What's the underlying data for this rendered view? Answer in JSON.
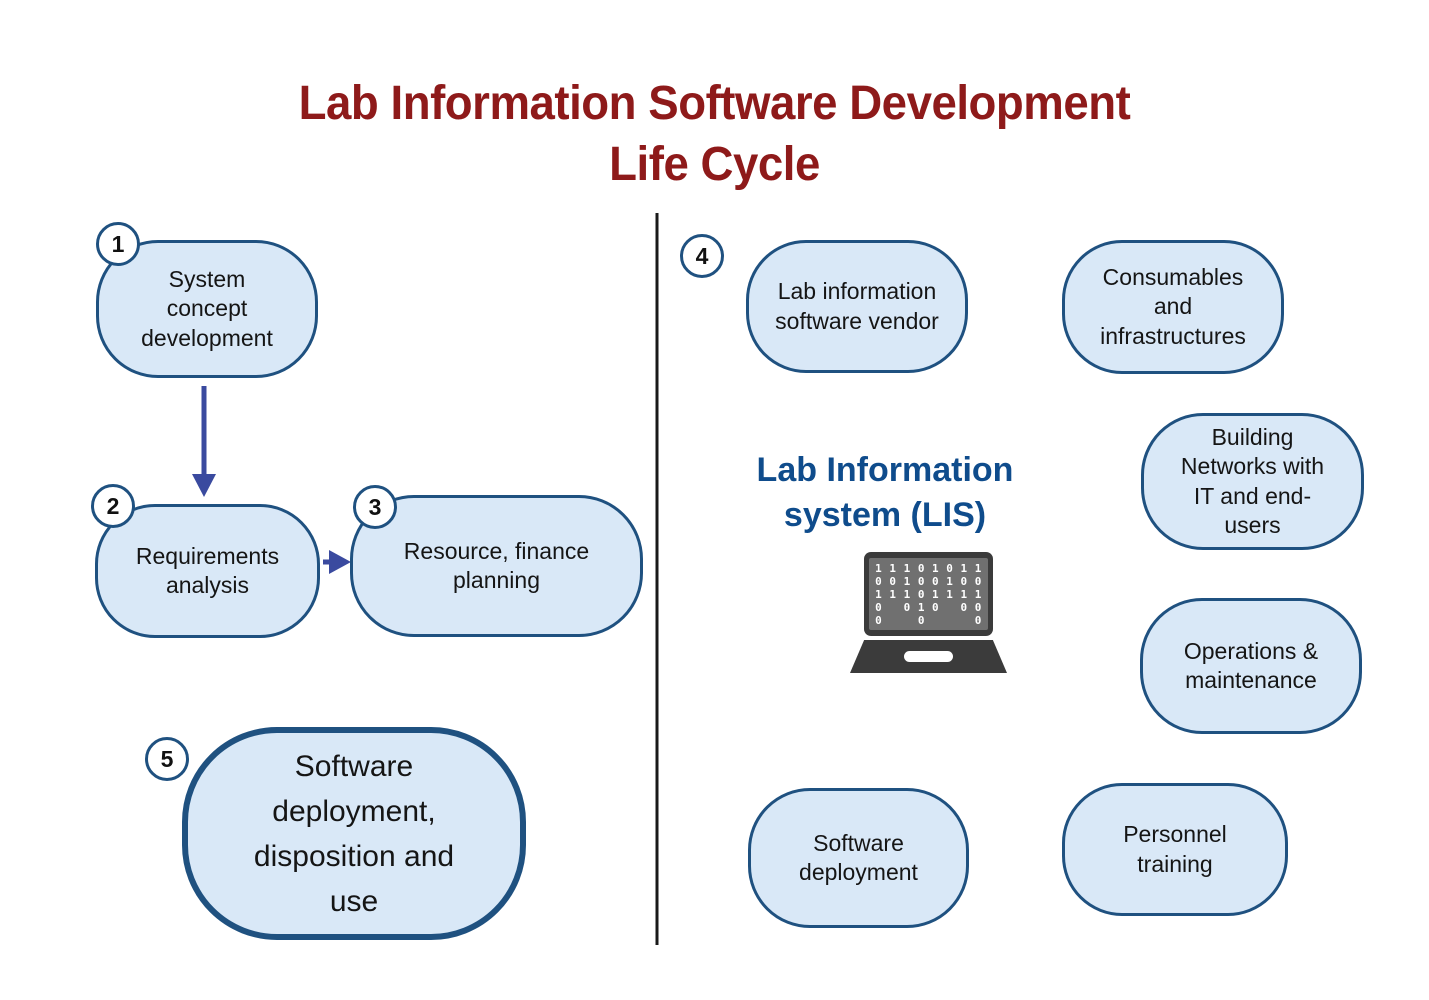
{
  "title": {
    "line1": "Lab Information Software Development",
    "line2": "Life Cycle"
  },
  "left_flow": {
    "steps": [
      {
        "number": "1",
        "label": "System concept development"
      },
      {
        "number": "2",
        "label": "Requirements analysis"
      },
      {
        "number": "3",
        "label": "Resource, finance planning"
      },
      {
        "number": "5",
        "label": "Software deployment, disposition and use"
      }
    ]
  },
  "right_panel": {
    "number": "4",
    "center_label": {
      "line1": "Lab Information",
      "line2": "system (LIS)"
    },
    "laptop": {
      "icon_name": "laptop-binary-code-icon",
      "binary_rows": [
        "1 1 1 0 1 0 1 1",
        "0 0 1 0 0 1 0 0",
        "1 1 1 0 1 1 1 1",
        "0   0 1 0   0 0",
        "0     0       0"
      ]
    },
    "satellites": [
      "Lab information software vendor",
      "Consumables and infrastructures",
      "Building Networks with IT and end-users",
      "Operations & maintenance",
      "Software deployment",
      "Personnel training"
    ]
  },
  "colors": {
    "title_text": "#8E1A1A",
    "pill_fill": "#D9E8F7",
    "pill_border": "#1F5180",
    "lis_text": "#0F4C8C",
    "arrow": "#3A4A9F",
    "divider": "#1A1A1A",
    "laptop_body": "#3B3B3B",
    "laptop_screen": "#707070",
    "binary_digits": "#FFFFFF"
  }
}
